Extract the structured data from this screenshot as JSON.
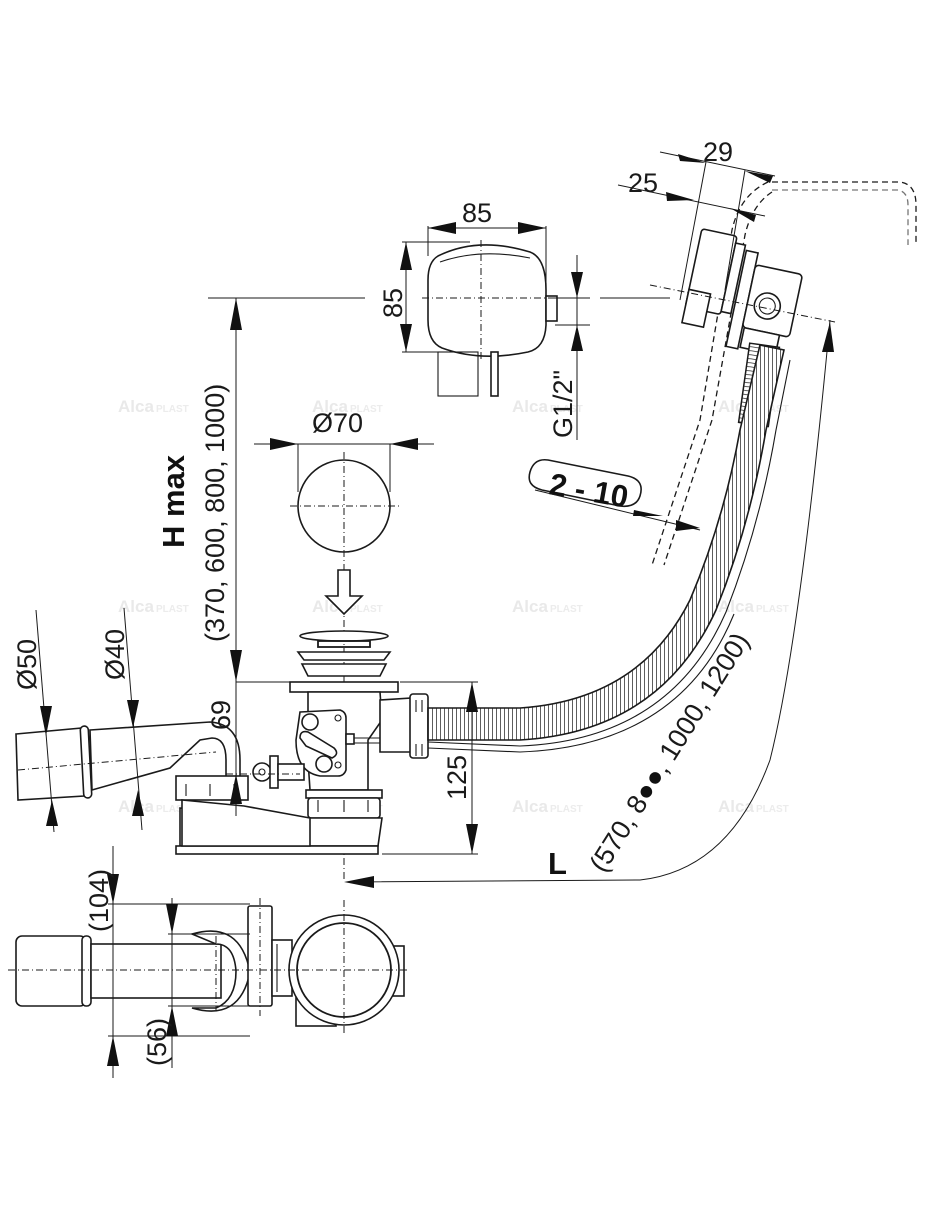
{
  "diagram": {
    "subject": "bath waste and overflow set with flexible hose and push-button overflow",
    "colors": {
      "line": "#1a1a1a",
      "background": "#ffffff",
      "watermark": "#e9e9e9"
    },
    "watermark": {
      "brand_main": "Alca",
      "brand_sub": "PLAST",
      "mark": "®"
    },
    "dimensions": {
      "overflow_offset_outer": "29",
      "overflow_offset_inner": "25",
      "control_width": "85",
      "control_height": "85",
      "thread": "G1/2\"",
      "plug_diameter": "Ø70",
      "h_max_label": "H max",
      "h_max_values": "(370, 600, 800, 1000)",
      "wall_thickness": "2 - 10",
      "outlet_diameter_large": "Ø50",
      "outlet_diameter_small": "Ø40",
      "outlet_height": "69",
      "body_height": "125",
      "l_label": "L",
      "l_values_prefix": "(570, 8",
      "l_values_suffix": ", 1000, 1200)",
      "plan_width_outer": "(104)",
      "plan_width_inner": "(56)"
    }
  }
}
